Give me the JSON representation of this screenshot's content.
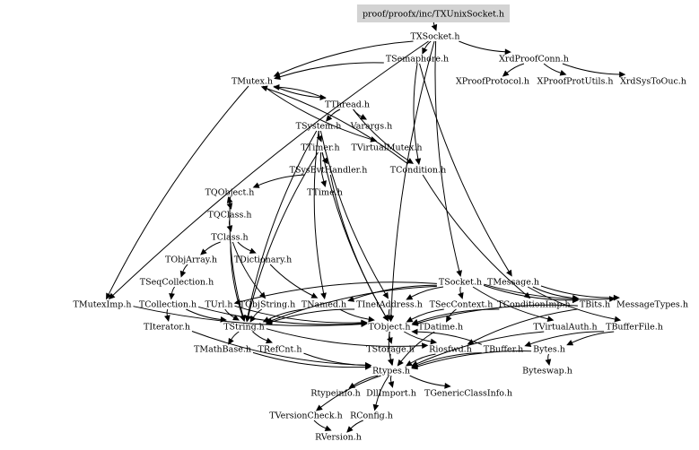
{
  "diagram": {
    "root": "proof/proofx/inc/TXUnixSocket.h",
    "nodes": [
      {
        "id": "root",
        "label": "proof/proofx/inc/TXUnixSocket.h"
      },
      {
        "id": "TXSocket",
        "label": "TXSocket.h"
      },
      {
        "id": "TSemaphore",
        "label": "TSemaphore.h"
      },
      {
        "id": "XrdProofConn",
        "label": "XrdProofConn.h"
      },
      {
        "id": "TMutex",
        "label": "TMutex.h"
      },
      {
        "id": "XProofProtocol",
        "label": "XProofProtocol.h"
      },
      {
        "id": "XProofProtUtils",
        "label": "XProofProtUtils.h"
      },
      {
        "id": "XrdSysToOuc",
        "label": "XrdSysToOuc.h"
      },
      {
        "id": "TThread",
        "label": "TThread.h"
      },
      {
        "id": "TSystem",
        "label": "TSystem.h"
      },
      {
        "id": "Varargs",
        "label": "Varargs.h"
      },
      {
        "id": "TTimer",
        "label": "TTimer.h"
      },
      {
        "id": "TVirtualMutex",
        "label": "TVirtualMutex.h"
      },
      {
        "id": "TSysEvtHandler",
        "label": "TSysEvtHandler.h"
      },
      {
        "id": "TCondition",
        "label": "TCondition.h"
      },
      {
        "id": "TQObject",
        "label": "TQObject.h"
      },
      {
        "id": "TTime",
        "label": "TTime.h"
      },
      {
        "id": "TQClass",
        "label": "TQClass.h"
      },
      {
        "id": "TClass",
        "label": "TClass.h"
      },
      {
        "id": "TObjArray",
        "label": "TObjArray.h"
      },
      {
        "id": "TDictionary",
        "label": "TDictionary.h"
      },
      {
        "id": "TSeqCollection",
        "label": "TSeqCollection.h"
      },
      {
        "id": "TSocket",
        "label": "TSocket.h"
      },
      {
        "id": "TMessage",
        "label": "TMessage.h"
      },
      {
        "id": "TMutexImp",
        "label": "TMutexImp.h"
      },
      {
        "id": "TCollection",
        "label": "TCollection.h"
      },
      {
        "id": "TUrl",
        "label": "TUrl.h"
      },
      {
        "id": "TObjString",
        "label": "TObjString.h"
      },
      {
        "id": "TNamed",
        "label": "TNamed.h"
      },
      {
        "id": "TInetAddress",
        "label": "TInetAddress.h"
      },
      {
        "id": "TSecContext",
        "label": "TSecContext.h"
      },
      {
        "id": "TConditionImp",
        "label": "TConditionImp.h"
      },
      {
        "id": "TBits",
        "label": "TBits.h"
      },
      {
        "id": "MessageTypes",
        "label": "MessageTypes.h"
      },
      {
        "id": "TIterator",
        "label": "TIterator.h"
      },
      {
        "id": "TString",
        "label": "TString.h"
      },
      {
        "id": "TObject",
        "label": "TObject.h"
      },
      {
        "id": "TDatime",
        "label": "TDatime.h"
      },
      {
        "id": "TVirtualAuth",
        "label": "TVirtualAuth.h"
      },
      {
        "id": "TBufferFile",
        "label": "TBufferFile.h"
      },
      {
        "id": "TMathBase",
        "label": "TMathBase.h"
      },
      {
        "id": "TRefCnt",
        "label": "TRefCnt.h"
      },
      {
        "id": "TStorage",
        "label": "TStorage.h"
      },
      {
        "id": "Riosfwd",
        "label": "Riosfwd.h"
      },
      {
        "id": "TBuffer",
        "label": "TBuffer.h"
      },
      {
        "id": "Bytes",
        "label": "Bytes.h"
      },
      {
        "id": "Rtypes",
        "label": "Rtypes.h"
      },
      {
        "id": "Byteswap",
        "label": "Byteswap.h"
      },
      {
        "id": "Rtypeinfo",
        "label": "Rtypeinfo.h"
      },
      {
        "id": "DllImport",
        "label": "DllImport.h"
      },
      {
        "id": "TGenericClassInfo",
        "label": "TGenericClassInfo.h"
      },
      {
        "id": "TVersionCheck",
        "label": "TVersionCheck.h"
      },
      {
        "id": "RConfig",
        "label": "RConfig.h"
      },
      {
        "id": "RVersion",
        "label": "RVersion.h"
      }
    ]
  }
}
